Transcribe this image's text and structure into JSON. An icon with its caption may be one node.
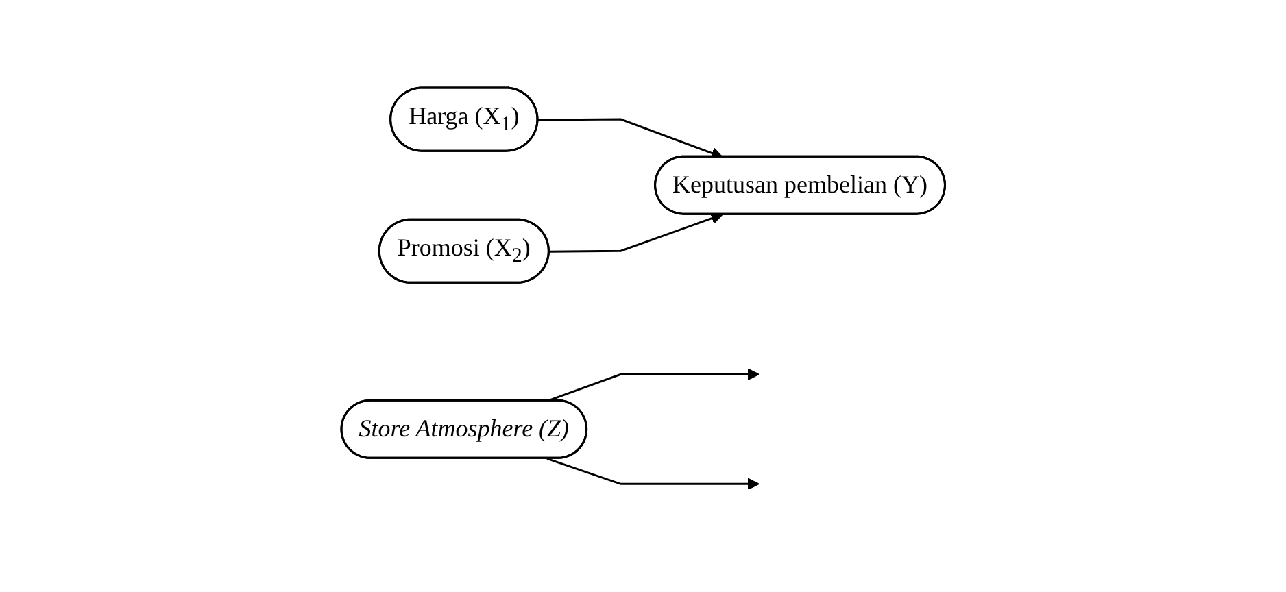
{
  "diagram": {
    "nodes": [
      {
        "text": [
          "Harga (X$_{1}$)"
        ]
      },
      {
        "text": [
          "Promosi (X$_{2}$)"
        ]
      },
      {
        "text": [
          "Keputusan pembelian (Y)"
        ]
      },
      {
        "text": [
          "Store Atmosphere (Z)"
        ]
      }
    ],
    "edges": [
      {
        "from": 0,
        "to": 2,
        "arrow": "to"
      },
      {
        "from": 1,
        "to": 2,
        "arrow": "to"
      },
      {
        "from": 3,
        "to": null,
        "arrow": "to"
      },
      {
        "from": 3,
        "to": null,
        "arrow": "to"
      }
    ]
  }
}
